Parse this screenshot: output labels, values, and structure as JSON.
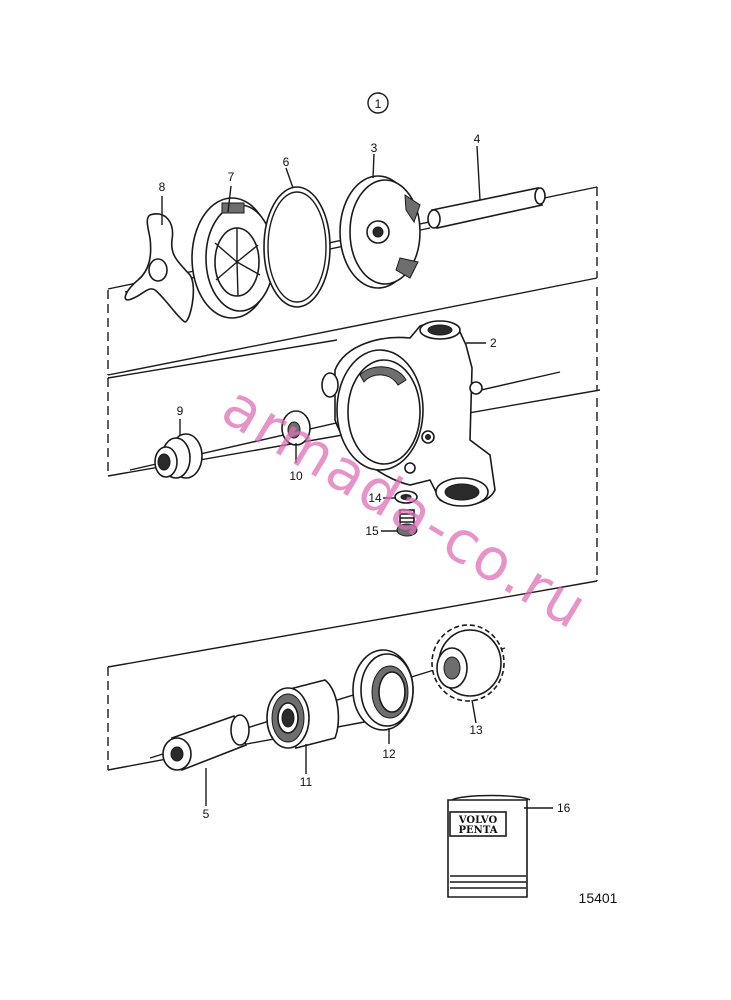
{
  "diagram": {
    "group_marker": "1",
    "reference_number": "15401",
    "watermark": "armada-co.ru",
    "booklet_logo_line1": "VOLVO",
    "booklet_logo_line2": "PENTA",
    "callouts": {
      "c1": "8",
      "c2": "7",
      "c3": "6",
      "c4": "3",
      "c5": "4",
      "c6": "2",
      "c7": "9",
      "c8": "10",
      "c9": "14",
      "c10": "15",
      "c11": "13",
      "c12": "12",
      "c13": "11",
      "c14": "5",
      "c15": "16"
    }
  }
}
